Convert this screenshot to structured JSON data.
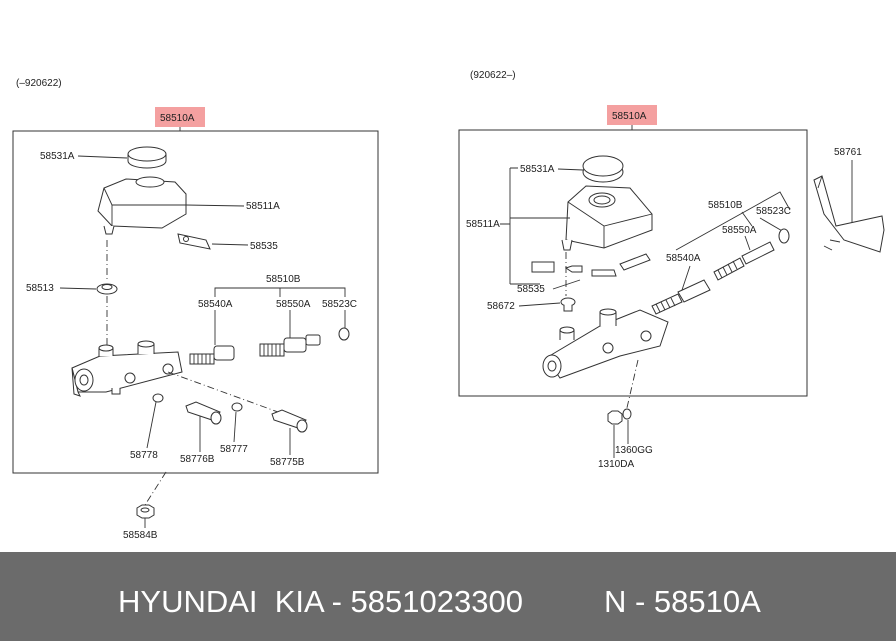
{
  "left_panel": {
    "date_range": "(–920622)",
    "assembly": "58510A",
    "labels": {
      "cap": "58531A",
      "reservoir": "58511A",
      "hose": "58535",
      "grommet": "58513",
      "kit": "58510B",
      "piston_a": "58540A",
      "piston_b": "58550A",
      "ring": "58523C",
      "washer": "58778",
      "plug_b": "58776B",
      "gasket": "58777",
      "plug_c": "58775B",
      "nut": "58584B"
    }
  },
  "right_panel": {
    "date_range": "(920622–)",
    "assembly": "58510A",
    "labels": {
      "cap": "58531A",
      "reservoir": "58511A",
      "hose": "58535",
      "bolt": "58672",
      "kit": "58510B",
      "ring": "58523C",
      "piston_b": "58550A",
      "piston_a": "58540A",
      "shield": "58761",
      "seal": "1360GG",
      "nut": "1310DA"
    }
  },
  "footer": {
    "brand": "HYUNDAI  KIA - 5851023300",
    "ref": "N - 58510A"
  },
  "colors": {
    "highlight": "#f4a0a0",
    "footer_bg": "#6b6b6b"
  }
}
